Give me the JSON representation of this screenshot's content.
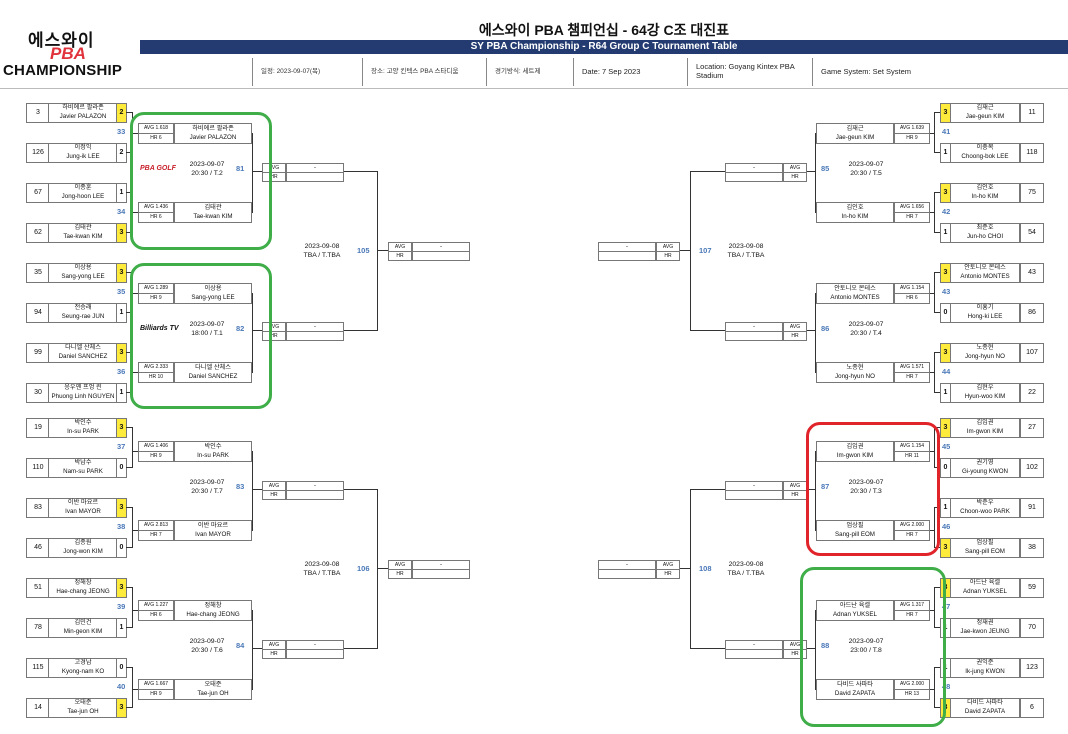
{
  "header": {
    "logo_text_kr": "에스와이",
    "logo_text_pba": "PBA",
    "logo_text_champ": "CHAMPIONSHIP",
    "title_kr": "에스와이 PBA 챔피언십 - 64강 C조 대진표",
    "title_en": "SY PBA Championship - R64 Group C Tournament Table",
    "info": [
      "일정: 2023-09-07(목)",
      "장소: 고양 킨텍스 PBA 스타디움",
      "경기방식: 세트제",
      "Date: 7 Sep 2023",
      "Location: Goyang Kintex PBA Stadium",
      "Game System: Set System"
    ]
  },
  "left_players": [
    {
      "seed": "3",
      "kr": "하비에르 팔라존",
      "en": "Javier PALAZON",
      "score": "2",
      "win": true
    },
    {
      "seed": "126",
      "kr": "이정익",
      "en": "Jung-ik LEE",
      "score": "2",
      "win": false
    },
    {
      "seed": "67",
      "kr": "이종훈",
      "en": "Jong-hoon LEE",
      "score": "1",
      "win": false
    },
    {
      "seed": "62",
      "kr": "김태관",
      "en": "Tae-kwan KIM",
      "score": "3",
      "win": true
    },
    {
      "seed": "35",
      "kr": "이상용",
      "en": "Sang-yong LEE",
      "score": "3",
      "win": true
    },
    {
      "seed": "94",
      "kr": "전승래",
      "en": "Seung-rae JUN",
      "score": "1",
      "win": false
    },
    {
      "seed": "99",
      "kr": "다니엘 산체스",
      "en": "Daniel SANCHEZ",
      "score": "3",
      "win": true
    },
    {
      "seed": "30",
      "kr": "응우옌 프엉 린",
      "en": "Phuong Linh NGUYEN",
      "score": "1",
      "win": false
    },
    {
      "seed": "19",
      "kr": "박인수",
      "en": "In-su PARK",
      "score": "3",
      "win": true
    },
    {
      "seed": "110",
      "kr": "박남수",
      "en": "Nam-su PARK",
      "score": "0",
      "win": false
    },
    {
      "seed": "83",
      "kr": "이반 마요르",
      "en": "Ivan MAYOR",
      "score": "3",
      "win": true
    },
    {
      "seed": "46",
      "kr": "김종원",
      "en": "Jong-won KIM",
      "score": "0",
      "win": false
    },
    {
      "seed": "51",
      "kr": "정해창",
      "en": "Hae-chang JEONG",
      "score": "3",
      "win": true
    },
    {
      "seed": "78",
      "kr": "김민건",
      "en": "Min-geon KIM",
      "score": "1",
      "win": false
    },
    {
      "seed": "115",
      "kr": "고경남",
      "en": "Kyong-nam KO",
      "score": "0",
      "win": false
    },
    {
      "seed": "14",
      "kr": "오태준",
      "en": "Tae-jun OH",
      "score": "3",
      "win": true
    }
  ],
  "right_players": [
    {
      "seed": "11",
      "kr": "김재근",
      "en": "Jae-geun KIM",
      "score": "3",
      "win": true
    },
    {
      "seed": "118",
      "kr": "이충복",
      "en": "Choong-bok LEE",
      "score": "1",
      "win": false
    },
    {
      "seed": "75",
      "kr": "김인호",
      "en": "In-ho KIM",
      "score": "3",
      "win": true
    },
    {
      "seed": "54",
      "kr": "최준호",
      "en": "Jun-ho CHOI",
      "score": "1",
      "win": false
    },
    {
      "seed": "43",
      "kr": "안토니오 몬테스",
      "en": "Antonio MONTES",
      "score": "3",
      "win": true
    },
    {
      "seed": "86",
      "kr": "이홍기",
      "en": "Hong-ki LEE",
      "score": "0",
      "win": false
    },
    {
      "seed": "107",
      "kr": "노종현",
      "en": "Jong-hyun NO",
      "score": "3",
      "win": true
    },
    {
      "seed": "22",
      "kr": "김현우",
      "en": "Hyun-woo KIM",
      "score": "1",
      "win": false
    },
    {
      "seed": "27",
      "kr": "김임권",
      "en": "Im-gwon KIM",
      "score": "3",
      "win": true
    },
    {
      "seed": "102",
      "kr": "권기영",
      "en": "Gi-young KWON",
      "score": "0",
      "win": false
    },
    {
      "seed": "91",
      "kr": "박춘우",
      "en": "Choon-woo PARK",
      "score": "1",
      "win": false
    },
    {
      "seed": "38",
      "kr": "엄상필",
      "en": "Sang-pill EOM",
      "score": "3",
      "win": true
    },
    {
      "seed": "59",
      "kr": "아드난 육셀",
      "en": "Adnan YUKSEL",
      "score": "3",
      "win": true
    },
    {
      "seed": "70",
      "kr": "정재권",
      "en": "Jae-kwon JEUNG",
      "score": "1",
      "win": false
    },
    {
      "seed": "123",
      "kr": "권익준",
      "en": "Ik-jung KWON",
      "score": "1",
      "win": false
    },
    {
      "seed": "6",
      "kr": "다비드 사파타",
      "en": "David ZAPATA",
      "score": "3",
      "win": true
    }
  ],
  "left_mnums": [
    "33",
    "34",
    "35",
    "36",
    "37",
    "38",
    "39",
    "40"
  ],
  "right_mnums": [
    "41",
    "42",
    "43",
    "44",
    "45",
    "46",
    "47",
    "48"
  ],
  "left_r2": [
    {
      "num": "81",
      "date": "2023-09-07",
      "time": "20:30 / T.2",
      "sponsor": "PBA GOLF",
      "a": {
        "kr": "하비에르 팔라존",
        "en": "Javier PALAZON",
        "avg": "AVG 1.618",
        "hr": "HR 6"
      },
      "b": {
        "kr": "김태관",
        "en": "Tae-kwan KIM",
        "avg": "AVG 1.436",
        "hr": "HR 6"
      }
    },
    {
      "num": "82",
      "date": "2023-09-07",
      "time": "18:00 / T.1",
      "sponsor": "Billiards TV",
      "a": {
        "kr": "이상용",
        "en": "Sang-yong LEE",
        "avg": "AVG 1.289",
        "hr": "HR 9"
      },
      "b": {
        "kr": "다니엘 산체스",
        "en": "Daniel SANCHEZ",
        "avg": "AVG 2.333",
        "hr": "HR 10"
      }
    },
    {
      "num": "83",
      "date": "2023-09-07",
      "time": "20:30 / T.7",
      "sponsor": "",
      "a": {
        "kr": "박인수",
        "en": "In-su PARK",
        "avg": "AVG 1.406",
        "hr": "HR 9"
      },
      "b": {
        "kr": "이반 마요르",
        "en": "Ivan MAYOR",
        "avg": "AVG 2.813",
        "hr": "HR 7"
      }
    },
    {
      "num": "84",
      "date": "2023-09-07",
      "time": "20:30 / T.6",
      "sponsor": "",
      "a": {
        "kr": "정해창",
        "en": "Hae-chang JEONG",
        "avg": "AVG 1.227",
        "hr": "HR 6"
      },
      "b": {
        "kr": "오태준",
        "en": "Tae-jun OH",
        "avg": "AVG 1.667",
        "hr": "HR 9"
      }
    }
  ],
  "right_r2": [
    {
      "num": "85",
      "date": "2023-09-07",
      "time": "20:30 / T.5",
      "a": {
        "kr": "김재근",
        "en": "Jae-geun KIM",
        "avg": "AVG 1.639",
        "hr": "HR 9"
      },
      "b": {
        "kr": "김인호",
        "en": "In-ho KIM",
        "avg": "AVG 1.656",
        "hr": "HR 7"
      }
    },
    {
      "num": "86",
      "date": "2023-09-07",
      "time": "20:30 / T.4",
      "a": {
        "kr": "안토니오 몬테스",
        "en": "Antonio MONTES",
        "avg": "AVG 1.154",
        "hr": "HR 6"
      },
      "b": {
        "kr": "노종현",
        "en": "Jong-hyun NO",
        "avg": "AVG 1.571",
        "hr": "HR 7"
      }
    },
    {
      "num": "87",
      "date": "2023-09-07",
      "time": "20:30 / T.3",
      "a": {
        "kr": "김임권",
        "en": "Im-gwon KIM",
        "avg": "AVG 1.154",
        "hr": "HR 11"
      },
      "b": {
        "kr": "엄상필",
        "en": "Sang-pill EOM",
        "avg": "AVG 2.000",
        "hr": "HR 7"
      }
    },
    {
      "num": "88",
      "date": "2023-09-07",
      "time": "23:00 / T.8",
      "a": {
        "kr": "아드난 육셀",
        "en": "Adnan YUKSEL",
        "avg": "AVG 1.317",
        "hr": "HR 7"
      },
      "b": {
        "kr": "다비드 사파타",
        "en": "David ZAPATA",
        "avg": "AVG 2.000",
        "hr": "HR 13"
      }
    }
  ],
  "r3_left": [
    {
      "num": "105",
      "date": "2023-09-08",
      "time": "TBA / T.TBA"
    },
    {
      "num": "106",
      "date": "2023-09-08",
      "time": "TBA / T.TBA"
    }
  ],
  "r3_right": [
    {
      "num": "107",
      "date": "2023-09-08",
      "time": "TBA / T.TBA"
    },
    {
      "num": "108",
      "date": "2023-09-08",
      "time": "TBA / T.TBA"
    }
  ],
  "avg": {
    "avg_label": "AVG",
    "hr_label": "HR",
    "dash": "-",
    "empty": ""
  }
}
